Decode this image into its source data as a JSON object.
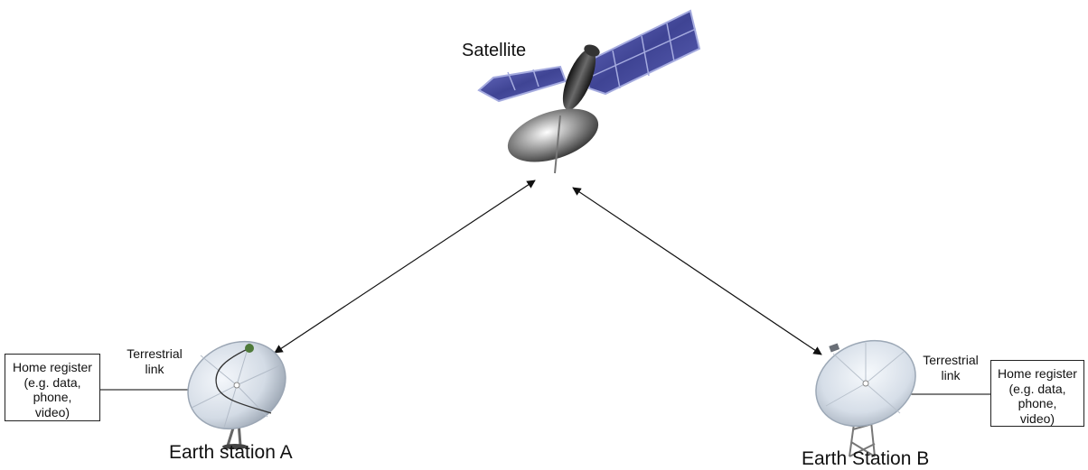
{
  "satellite": {
    "label": "Satellite"
  },
  "station_a": {
    "label": "Earth station A",
    "link_label": "Terrestrial\nlink",
    "register": "Home register\n(e.g. data,\nphone,\nvideo)"
  },
  "station_b": {
    "label": "Earth Station B",
    "link_label": "Terrestrial\nlink",
    "register": "Home register\n(e.g. data,\nphone,\nvideo)"
  },
  "colors": {
    "panel": "#4a4f9e",
    "panel_frame": "#9aa0d8",
    "dish_light": "#dfe6ee",
    "dish_dark": "#8e99a8",
    "line": "#111111"
  }
}
